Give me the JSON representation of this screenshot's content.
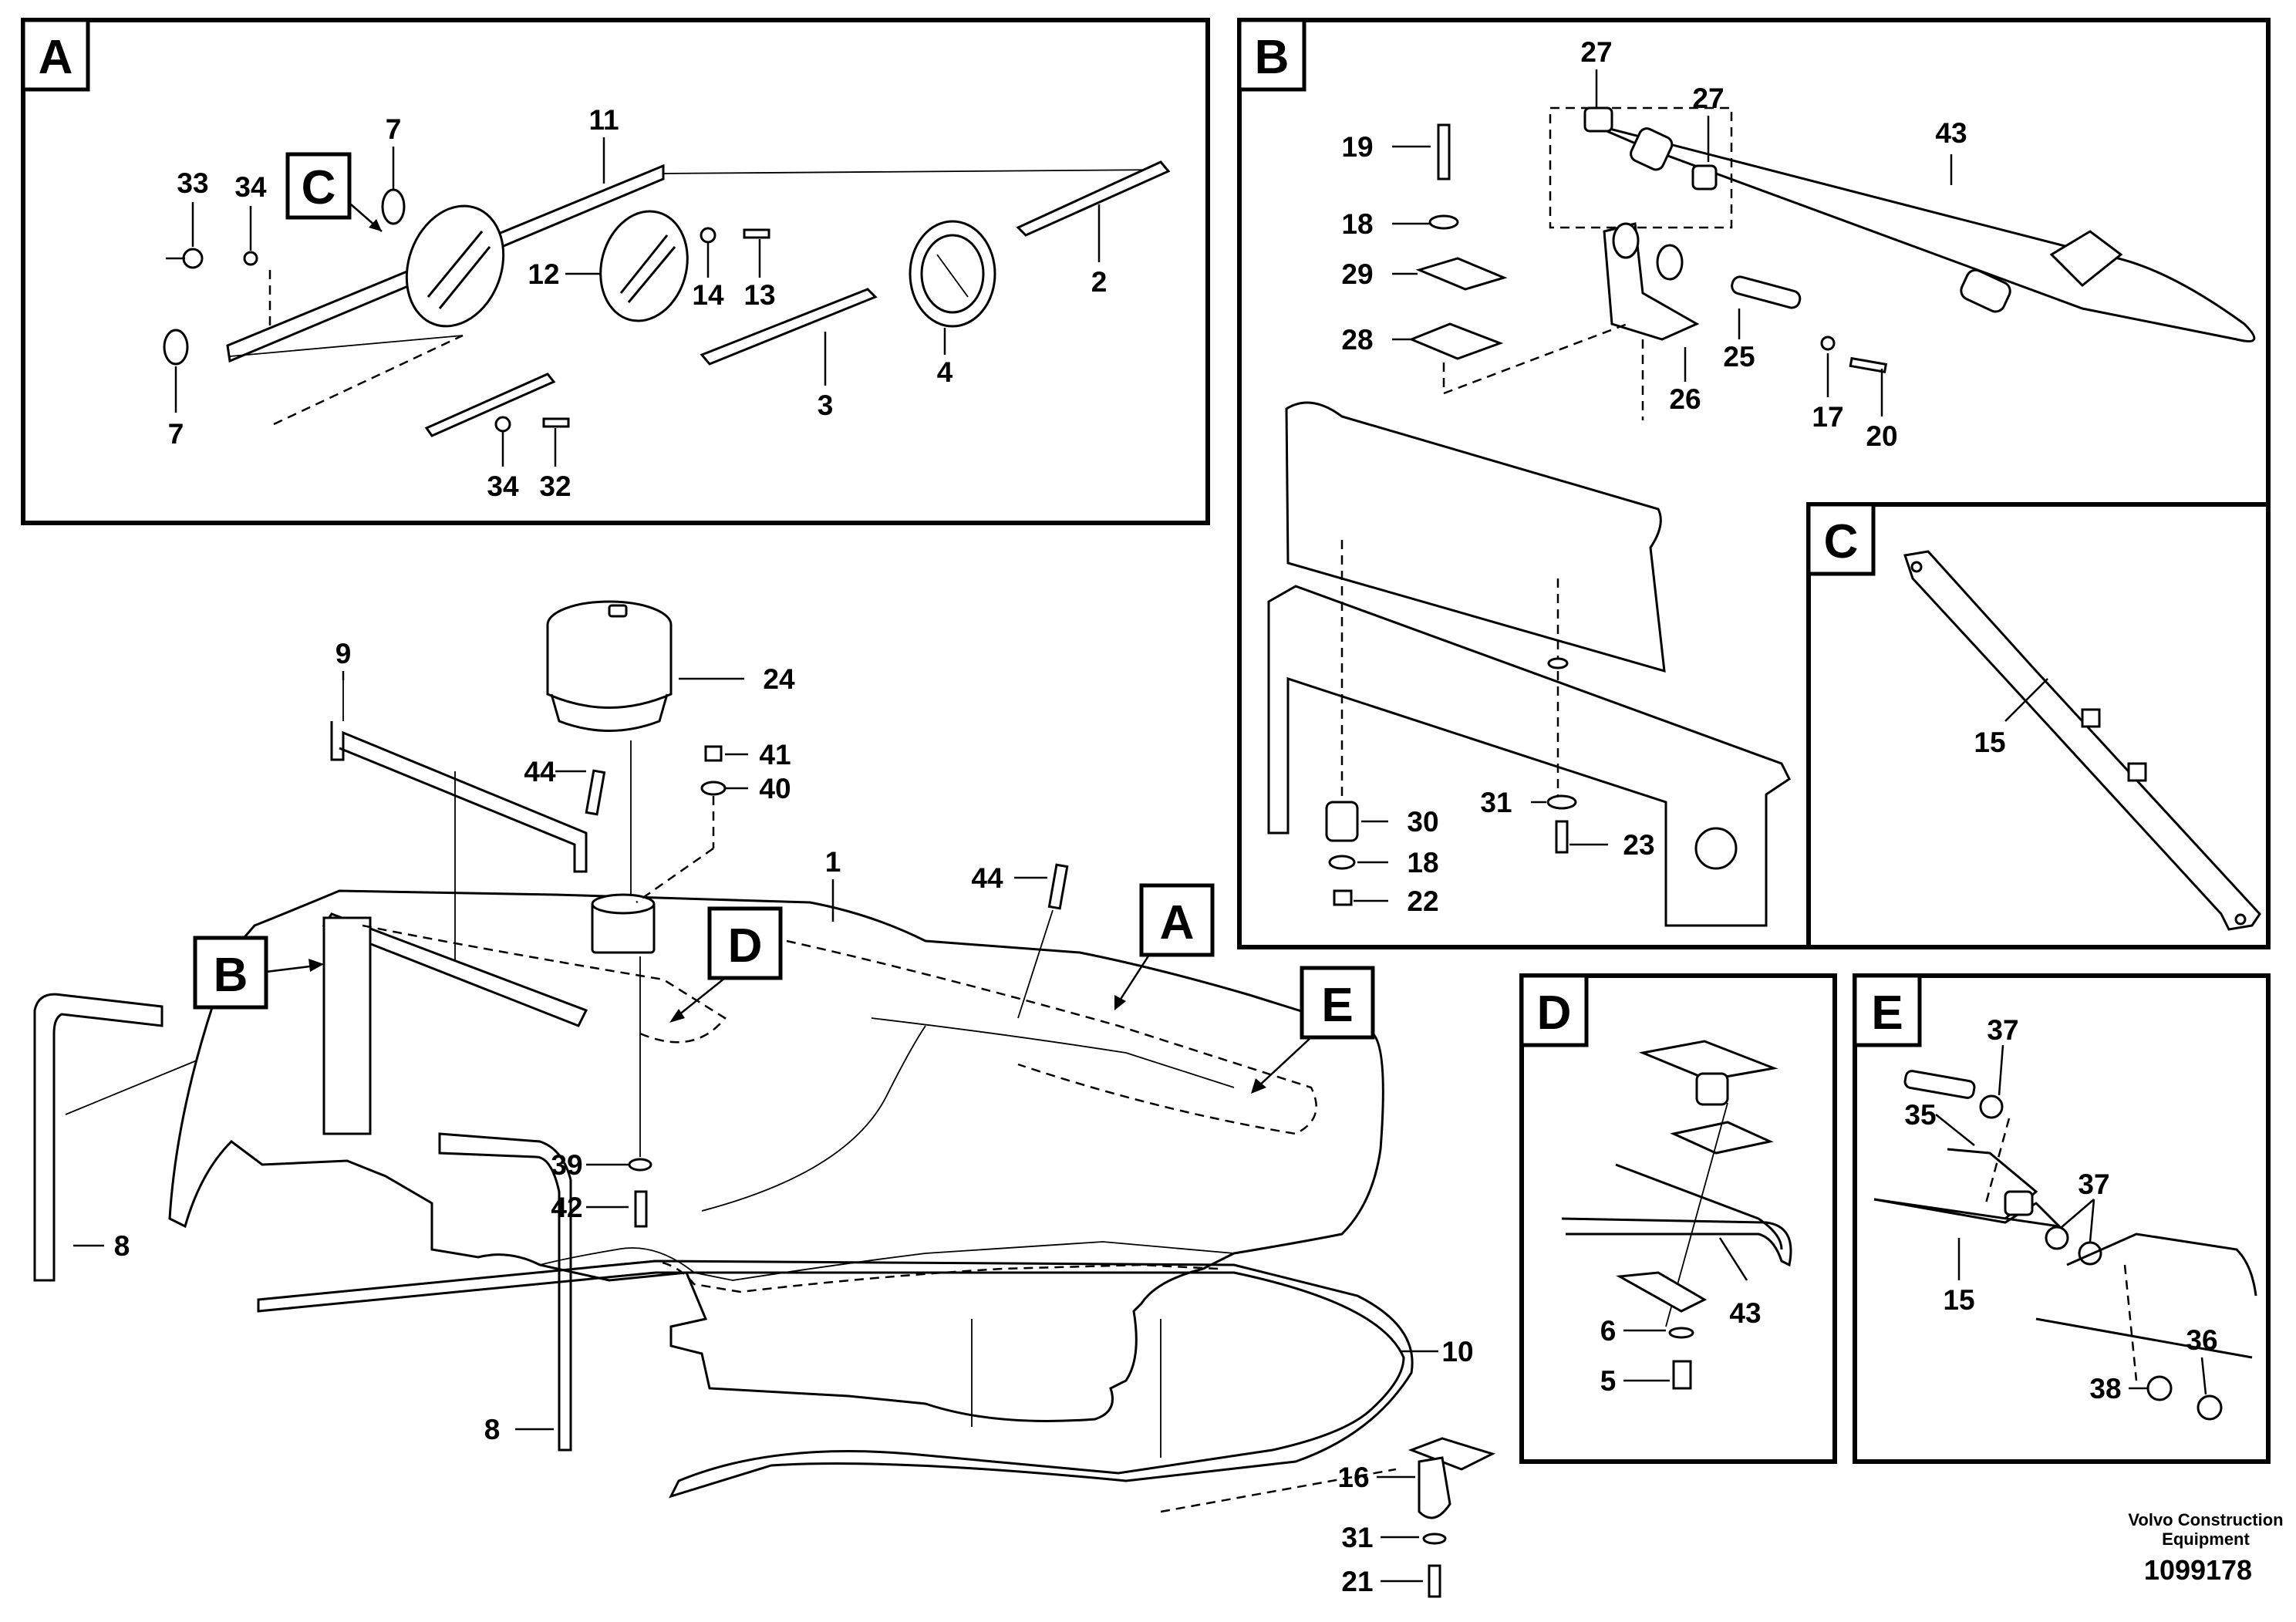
{
  "panels": {
    "A": {
      "tag": "A",
      "labels": [
        "33",
        "34",
        "7",
        "11",
        "12",
        "14",
        "13",
        "2",
        "3",
        "4",
        "7",
        "34",
        "32"
      ],
      "ref_tag": "C"
    },
    "B": {
      "tag": "B",
      "labels": [
        "19",
        "18",
        "29",
        "28",
        "27",
        "27",
        "43",
        "26",
        "25",
        "17",
        "20",
        "30",
        "18",
        "22",
        "31",
        "23"
      ]
    },
    "C": {
      "tag": "C",
      "labels": [
        "15"
      ]
    },
    "D": {
      "tag": "D",
      "labels": [
        "43",
        "6",
        "5"
      ]
    },
    "E": {
      "tag": "E",
      "labels": [
        "37",
        "35",
        "37",
        "15",
        "36",
        "38"
      ]
    }
  },
  "main": {
    "labels": [
      "9",
      "24",
      "44",
      "41",
      "40",
      "1",
      "44",
      "39",
      "42",
      "8",
      "8",
      "10",
      "16",
      "31",
      "21"
    ],
    "callouts": [
      "B",
      "D",
      "A",
      "E"
    ]
  },
  "footer": {
    "company_line1": "Volvo Construction",
    "company_line2": "Equipment",
    "drawing_number": "1099178"
  }
}
